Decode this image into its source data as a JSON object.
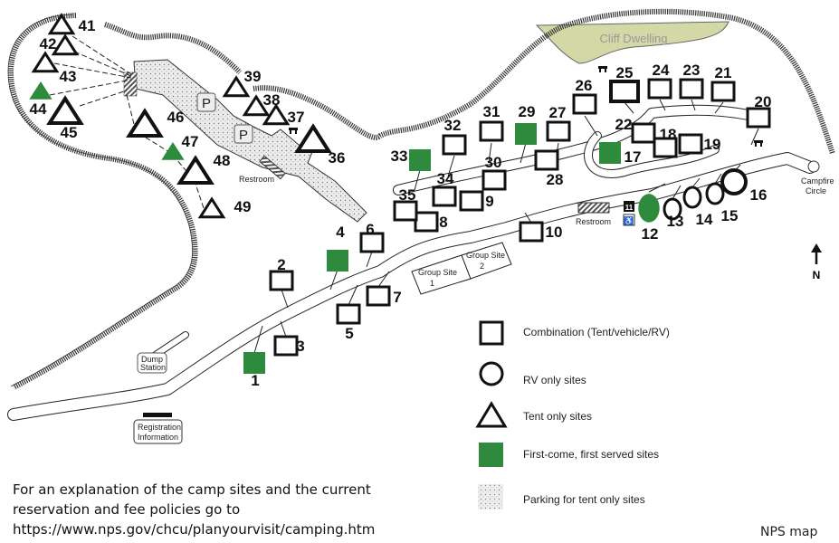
{
  "map": {
    "landmarks": {
      "cliff_dwelling": "Cliff Dwelling",
      "restroom_1": "Restroom",
      "restroom_2": "Restroom",
      "campfire_line1": "Campfire",
      "campfire_line2": "Circle",
      "dump_line1": "Dump",
      "dump_line2": "Station",
      "registration_line1": "Registration",
      "registration_line2": "Information",
      "group_site_1": "Group Site",
      "group_site_1_num": "1",
      "group_site_2": "Group Site",
      "group_site_2_num": "2",
      "parking_symbol": "P",
      "north_label": "N",
      "accessible_site_num": "11"
    },
    "sites": [
      {
        "n": "1",
        "type": "combination",
        "first_come": true
      },
      {
        "n": "2",
        "type": "combination",
        "first_come": false
      },
      {
        "n": "3",
        "type": "combination",
        "first_come": false
      },
      {
        "n": "4",
        "type": "combination",
        "first_come": true
      },
      {
        "n": "5",
        "type": "combination",
        "first_come": false
      },
      {
        "n": "6",
        "type": "combination",
        "first_come": false
      },
      {
        "n": "7",
        "type": "combination",
        "first_come": false
      },
      {
        "n": "8",
        "type": "combination",
        "first_come": false
      },
      {
        "n": "9",
        "type": "combination",
        "first_come": false
      },
      {
        "n": "10",
        "type": "combination",
        "first_come": false
      },
      {
        "n": "12",
        "type": "rv",
        "first_come": true
      },
      {
        "n": "13",
        "type": "rv",
        "first_come": false
      },
      {
        "n": "14",
        "type": "rv",
        "first_come": false
      },
      {
        "n": "15",
        "type": "rv",
        "first_come": false
      },
      {
        "n": "16",
        "type": "rv",
        "first_come": false
      },
      {
        "n": "17",
        "type": "combination",
        "first_come": true
      },
      {
        "n": "18",
        "type": "combination",
        "first_come": false
      },
      {
        "n": "19",
        "type": "combination",
        "first_come": false
      },
      {
        "n": "20",
        "type": "combination",
        "first_come": false
      },
      {
        "n": "21",
        "type": "combination",
        "first_come": false
      },
      {
        "n": "22",
        "type": "combination",
        "first_come": false
      },
      {
        "n": "23",
        "type": "combination",
        "first_come": false
      },
      {
        "n": "24",
        "type": "combination",
        "first_come": false
      },
      {
        "n": "25",
        "type": "combination",
        "first_come": false
      },
      {
        "n": "26",
        "type": "combination",
        "first_come": false
      },
      {
        "n": "27",
        "type": "combination",
        "first_come": false
      },
      {
        "n": "28",
        "type": "combination",
        "first_come": false
      },
      {
        "n": "29",
        "type": "combination",
        "first_come": true
      },
      {
        "n": "30",
        "type": "combination",
        "first_come": false
      },
      {
        "n": "31",
        "type": "combination",
        "first_come": false
      },
      {
        "n": "32",
        "type": "combination",
        "first_come": false
      },
      {
        "n": "33",
        "type": "combination",
        "first_come": true
      },
      {
        "n": "34",
        "type": "combination",
        "first_come": false
      },
      {
        "n": "35",
        "type": "combination",
        "first_come": false
      },
      {
        "n": "36",
        "type": "tent",
        "first_come": false
      },
      {
        "n": "37",
        "type": "tent",
        "first_come": false
      },
      {
        "n": "38",
        "type": "tent",
        "first_come": false
      },
      {
        "n": "39",
        "type": "tent",
        "first_come": false
      },
      {
        "n": "41",
        "type": "tent",
        "first_come": false
      },
      {
        "n": "42",
        "type": "tent",
        "first_come": false
      },
      {
        "n": "43",
        "type": "tent",
        "first_come": false
      },
      {
        "n": "44",
        "type": "tent",
        "first_come": true
      },
      {
        "n": "45",
        "type": "tent",
        "first_come": false
      },
      {
        "n": "46",
        "type": "tent",
        "first_come": false
      },
      {
        "n": "47",
        "type": "tent",
        "first_come": true
      },
      {
        "n": "48",
        "type": "tent",
        "first_come": false
      },
      {
        "n": "49",
        "type": "tent",
        "first_come": false
      }
    ]
  },
  "legend": {
    "combination": "Combination (Tent/vehicle/RV)",
    "rv_only": "RV only sites",
    "tent_only": "Tent only sites",
    "first_come": "First-come, first served sites",
    "parking": "Parking for tent only sites"
  },
  "footer": {
    "line1": "For an explanation of the camp sites and the current",
    "line2": "reservation and fee policies go to",
    "url": "https://www.nps.gov/chcu/planyourvisit/camping.htm"
  },
  "credit": "NPS map",
  "colors": {
    "green": "#2e8b3e",
    "cliff": "#d3d8a6",
    "ink": "#111111"
  }
}
